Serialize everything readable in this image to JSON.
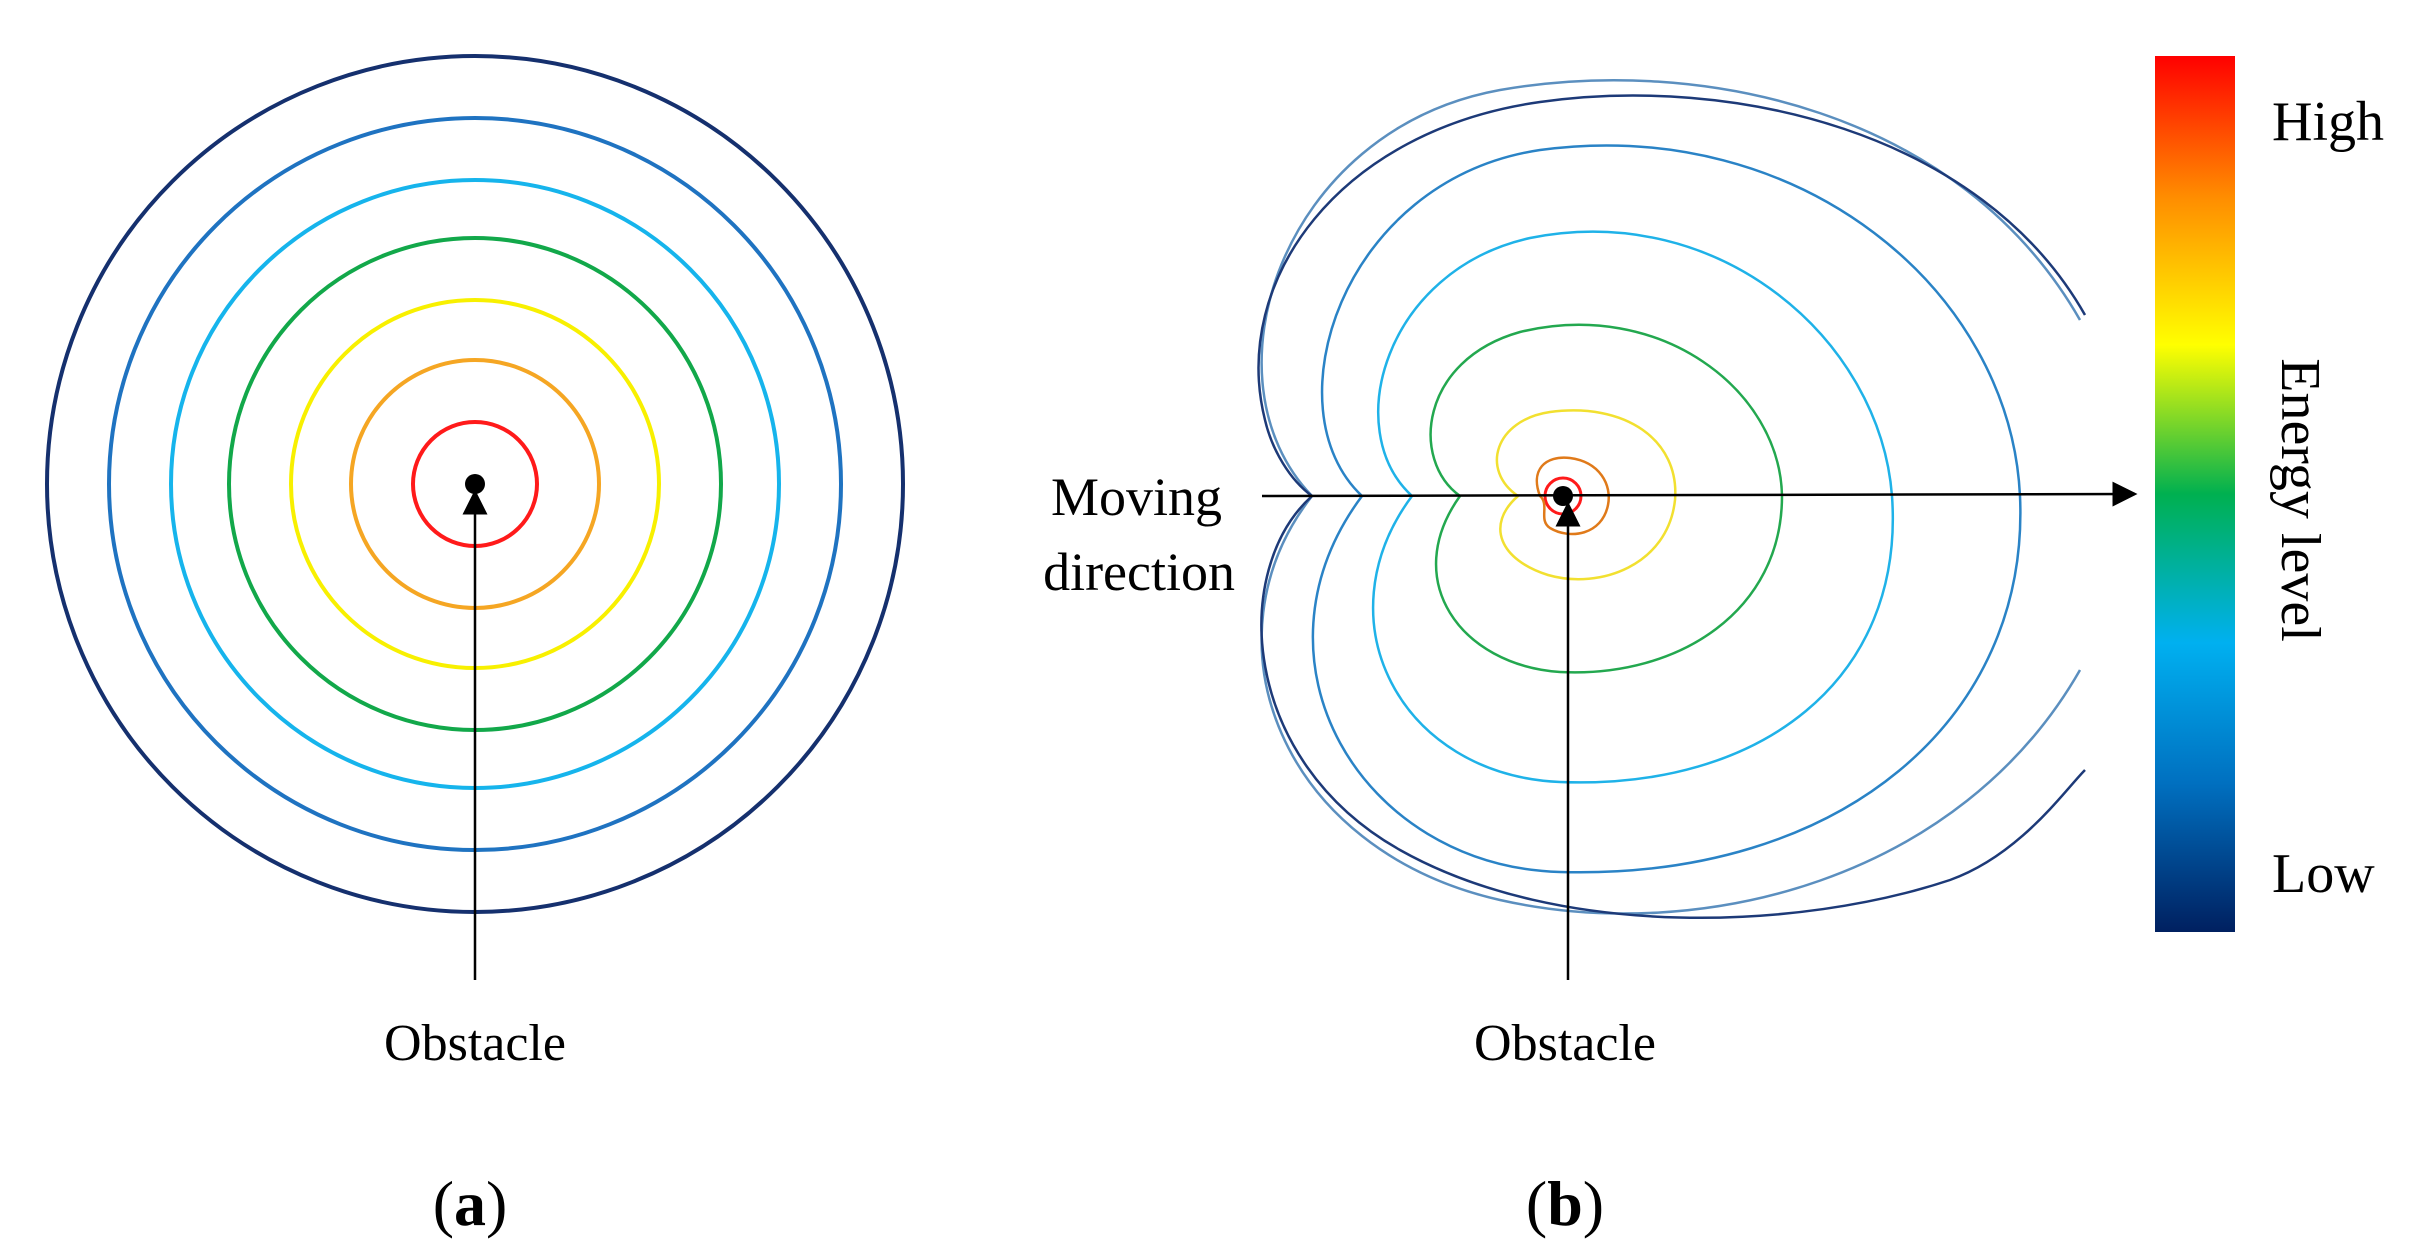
{
  "panel_a": {
    "label_open": "(",
    "label_letter": "a",
    "label_close": ")",
    "obstacle_label": "Obstacle",
    "contour_colors": [
      "#ff1a1a",
      "#f5a623",
      "#f8f000",
      "#12a84a",
      "#16b4ec",
      "#1f73c1",
      "#15306e"
    ]
  },
  "panel_b": {
    "label_open": "(",
    "label_letter": "b",
    "label_close": ")",
    "obstacle_label": "Obstacle",
    "moving_label_line1": "Moving",
    "moving_label_line2": "direction",
    "contour_colors": [
      "#ff1a1a",
      "#e07a1a",
      "#f2e030",
      "#23a84f",
      "#1fb2e8",
      "#2a83c6",
      "#5b8fbf",
      "#1d3a78"
    ]
  },
  "colorbar": {
    "high_label": "High",
    "low_label": "Low",
    "axis_label": "Energy level",
    "gradient_stops": [
      "#ff0000",
      "#ff8c00",
      "#ffff00",
      "#00b050",
      "#00b0f0",
      "#0070c0",
      "#002060"
    ]
  }
}
